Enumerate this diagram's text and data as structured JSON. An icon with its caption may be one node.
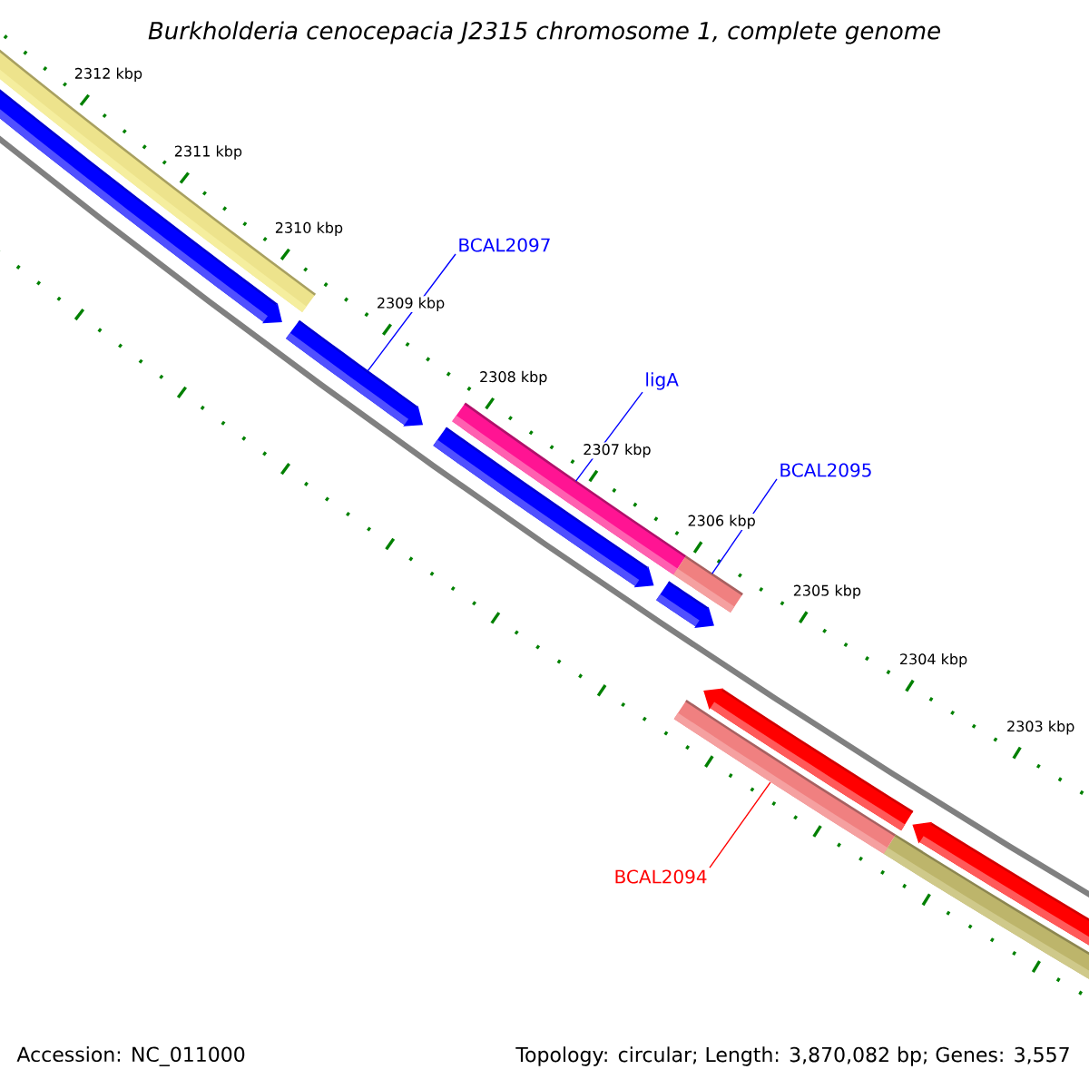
{
  "diagram": {
    "title": "Burkholderia cenocepacia J2315 chromosome 1, complete genome",
    "nodes": [
      {
        "text": [
          "BCAL2097"
        ]
      },
      {
        "text": [
          "ligA"
        ]
      },
      {
        "text": [
          "BCAL2095"
        ]
      },
      {
        "text": [
          "BCAL2094"
        ]
      },
      {
        "text": [],
        "shape": "bar"
      },
      {
        "text": [],
        "shape": "bar"
      },
      {
        "text": [],
        "shape": "bar"
      },
      {
        "text": [],
        "shape": "bar"
      }
    ],
    "edges": [
      {
        "from": 0,
        "to": 4,
        "arrow": "none"
      },
      {
        "from": 1,
        "to": 5,
        "arrow": "none"
      },
      {
        "from": 2,
        "to": 6,
        "arrow": "none"
      },
      {
        "from": 3,
        "to": 7,
        "arrow": "none",
        "color": "#ff0000"
      }
    ],
    "labels": [
      "2312 kbp",
      "2311 kbp",
      "2310 kbp",
      "2309 kbp",
      "2308 kbp",
      "2307 kbp",
      "2306 kbp",
      "2305 kbp",
      "2304 kbp",
      "2303 kbp",
      "Accession: NC_011000",
      "Topology: circular; Length: 3,870,082 bp; Genes: 3,557"
    ]
  }
}
